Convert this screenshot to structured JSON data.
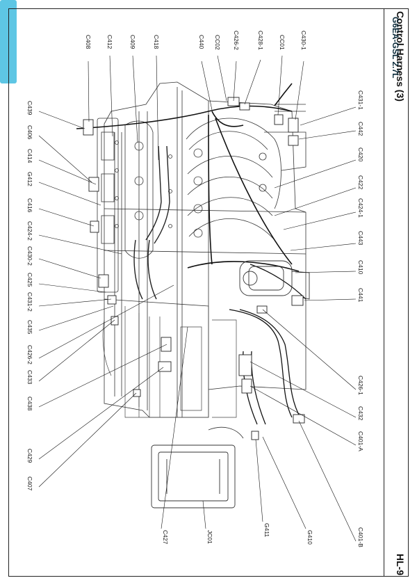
{
  "header": {
    "title": "Control Harness (3)",
    "page_number": "HL-9",
    "model": "G6EA-GSL 2.7L"
  },
  "connectors": [
    {
      "id": "lbl-c408",
      "text": "C408"
    },
    {
      "id": "lbl-c412",
      "text": "C412"
    },
    {
      "id": "lbl-c409",
      "text": "C409"
    },
    {
      "id": "lbl-c418",
      "text": "C418"
    },
    {
      "id": "lbl-c440",
      "text": "C440"
    },
    {
      "id": "lbl-cc02",
      "text": "CC02"
    },
    {
      "id": "lbl-c426-2",
      "text": "C426-2"
    },
    {
      "id": "lbl-c428-1",
      "text": "C428-1"
    },
    {
      "id": "lbl-cc01",
      "text": "CC01"
    },
    {
      "id": "lbl-c430-1",
      "text": "C430-1"
    },
    {
      "id": "lbl-c431-1",
      "text": "C431-1"
    },
    {
      "id": "lbl-c442",
      "text": "C442"
    },
    {
      "id": "lbl-c420",
      "text": "C420"
    },
    {
      "id": "lbl-c422",
      "text": "C422"
    },
    {
      "id": "lbl-c424-1",
      "text": "C424-1"
    },
    {
      "id": "lbl-c443",
      "text": "C443"
    },
    {
      "id": "lbl-c410",
      "text": "C410"
    },
    {
      "id": "lbl-c441",
      "text": "C441"
    },
    {
      "id": "lbl-c426-1",
      "text": "C426-1"
    },
    {
      "id": "lbl-c432",
      "text": "C432"
    },
    {
      "id": "lbl-c401-a",
      "text": "C401-A"
    },
    {
      "id": "lbl-c401-b",
      "text": "C401-B"
    },
    {
      "id": "lbl-g410",
      "text": "G410"
    },
    {
      "id": "lbl-g411",
      "text": "G411"
    },
    {
      "id": "lbl-jc01",
      "text": "JC01"
    },
    {
      "id": "lbl-c427",
      "text": "C427"
    },
    {
      "id": "lbl-c439",
      "text": "C439"
    },
    {
      "id": "lbl-c406",
      "text": "C406"
    },
    {
      "id": "lbl-c414",
      "text": "C414"
    },
    {
      "id": "lbl-g412",
      "text": "G412"
    },
    {
      "id": "lbl-c416",
      "text": "C416"
    },
    {
      "id": "lbl-c424-2",
      "text": "C424-2"
    },
    {
      "id": "lbl-c430-2",
      "text": "C430-2"
    },
    {
      "id": "lbl-c425",
      "text": "C425"
    },
    {
      "id": "lbl-c431-2",
      "text": "C431-2"
    },
    {
      "id": "lbl-c435",
      "text": "C435"
    },
    {
      "id": "lbl-c426-3",
      "text": "C426-2"
    },
    {
      "id": "lbl-c433",
      "text": "C433"
    },
    {
      "id": "lbl-c438",
      "text": "C438"
    },
    {
      "id": "lbl-c429",
      "text": "C429"
    },
    {
      "id": "lbl-c407",
      "text": "C407"
    }
  ]
}
